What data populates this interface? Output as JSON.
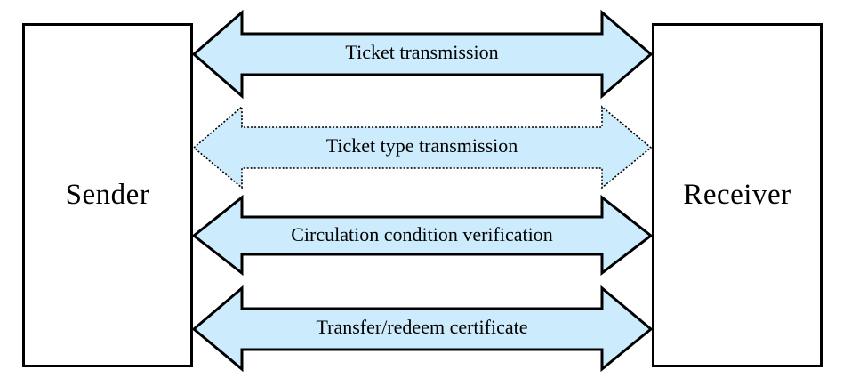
{
  "diagram": {
    "title": "Sender-Receiver ticket exchange flow",
    "background_color": "#FFFFFF",
    "arrow_fill_color": "#CCEBFC",
    "arrow_stroke_color": "#000000",
    "box_stroke_color": "#000000",
    "box_fill_color": "#FFFFFF",
    "text_color": "#000000"
  },
  "endpoints": {
    "left": {
      "label": "Sender"
    },
    "right": {
      "label": "Receiver"
    }
  },
  "flows": [
    {
      "label": "Ticket transmission",
      "direction": "bidirectional",
      "style": "solid"
    },
    {
      "label": "Ticket type transmission",
      "direction": "bidirectional",
      "style": "dotted"
    },
    {
      "label": "Circulation condition verification",
      "direction": "bidirectional",
      "style": "solid"
    },
    {
      "label": "Transfer/redeem certificate",
      "direction": "bidirectional",
      "style": "solid"
    }
  ]
}
